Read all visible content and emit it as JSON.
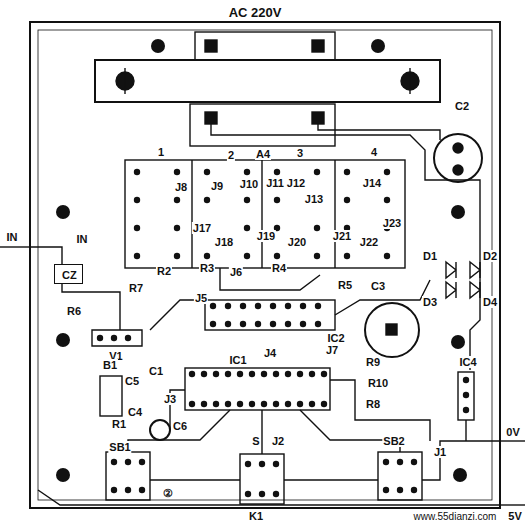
{
  "diagram": {
    "nodes": [
      {
        "text": [
          "CZ"
        ]
      }
    ],
    "labels": [
      "AC 220V",
      "1",
      "2",
      "A4",
      "3",
      "4",
      "C2",
      "J8",
      "J9",
      "J10",
      "J11",
      "J12",
      "J13",
      "J14",
      "J23",
      "J17",
      "J18",
      "J19",
      "J20",
      "J21",
      "J22",
      "IN",
      "IN",
      "R2",
      "R3",
      "J6",
      "R4",
      "D1",
      "D2",
      "D3",
      "D4",
      "R6",
      "R7",
      "J5",
      "R5",
      "C3",
      "V1",
      "IC2",
      "J7",
      "J4",
      "IC1",
      "R9",
      "B1",
      "C5",
      "C1",
      "J3",
      "R10",
      "C4",
      "C6",
      "R1",
      "R8",
      "IC4",
      "J1",
      "0V",
      "SB1",
      "S",
      "J2",
      "SB2",
      "②",
      "K1",
      "5V",
      "www.55dianzi.com"
    ]
  }
}
